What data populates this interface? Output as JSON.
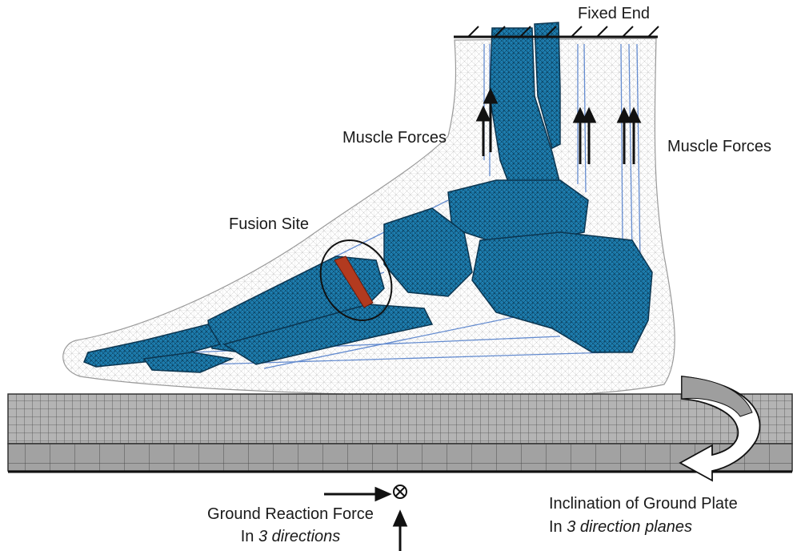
{
  "labels": {
    "fixed_end": "Fixed End",
    "muscle_forces_left": "Muscle Forces",
    "muscle_forces_right": "Muscle Forces",
    "fusion_site": "Fusion Site",
    "grf_line1": "Ground Reaction Force",
    "grf_line2_prefix": "In ",
    "grf_line2_italic": "3 directions",
    "incl_line1": "Inclination of Ground Plate",
    "incl_line2_prefix": "In ",
    "incl_line2_italic": "3 direction planes"
  },
  "colors": {
    "bone": "#1f7fb0",
    "bone_dark": "#0d4a6b",
    "fusion": "#b23a1f",
    "mesh_fine": "#cfcfcf",
    "plate": "#a9a9a9",
    "plate_line": "#555555",
    "ligament": "#4a78c8"
  }
}
